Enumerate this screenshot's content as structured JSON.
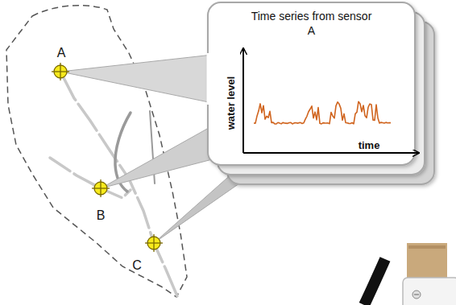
{
  "diagram": {
    "nodes": [
      {
        "text": [
          "Time series from sensor A"
        ]
      }
    ],
    "labels": [
      "A",
      "B",
      "C",
      "water level",
      "time"
    ]
  }
}
